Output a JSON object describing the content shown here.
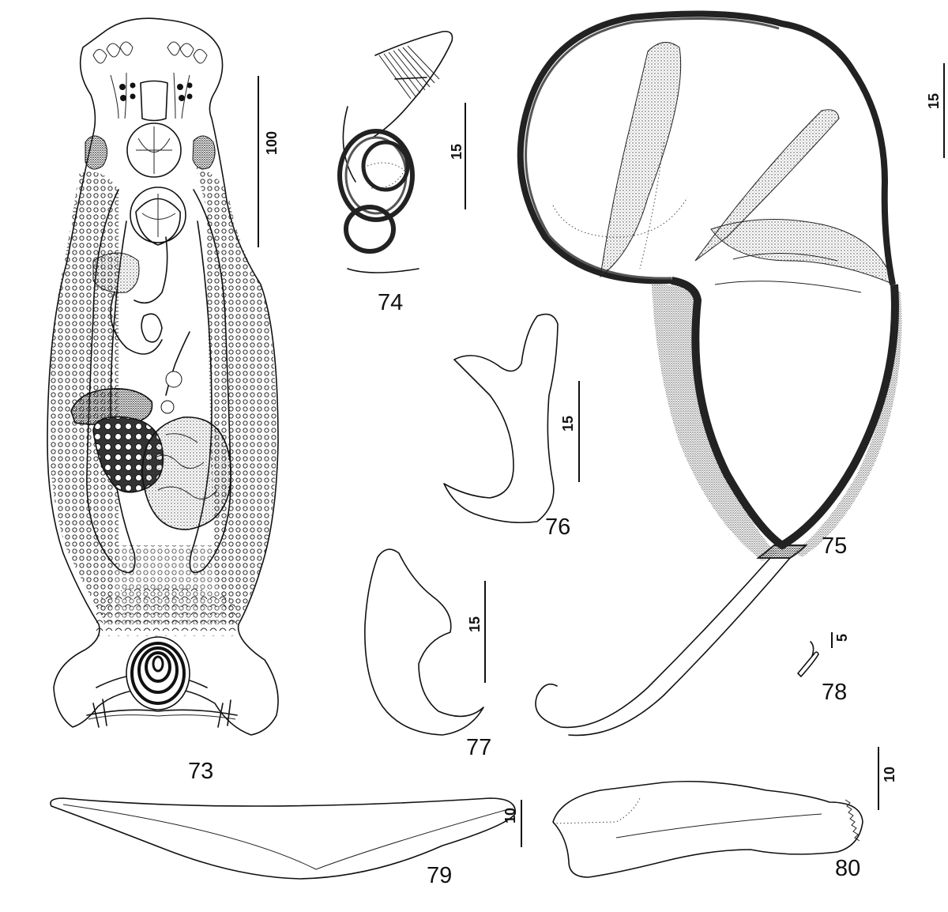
{
  "figures": [
    {
      "id": "73",
      "label": "73",
      "scale": "100"
    },
    {
      "id": "74",
      "label": "74",
      "scale": "15"
    },
    {
      "id": "75",
      "label": "75",
      "scale": "15"
    },
    {
      "id": "76",
      "label": "76",
      "scale": "15"
    },
    {
      "id": "77",
      "label": "77",
      "scale": "15"
    },
    {
      "id": "78",
      "label": "78",
      "scale": "5"
    },
    {
      "id": "79",
      "label": "79",
      "scale": "10"
    },
    {
      "id": "80",
      "label": "80",
      "scale": "10"
    }
  ],
  "colors": {
    "ink": "#111111",
    "paper": "#ffffff"
  }
}
